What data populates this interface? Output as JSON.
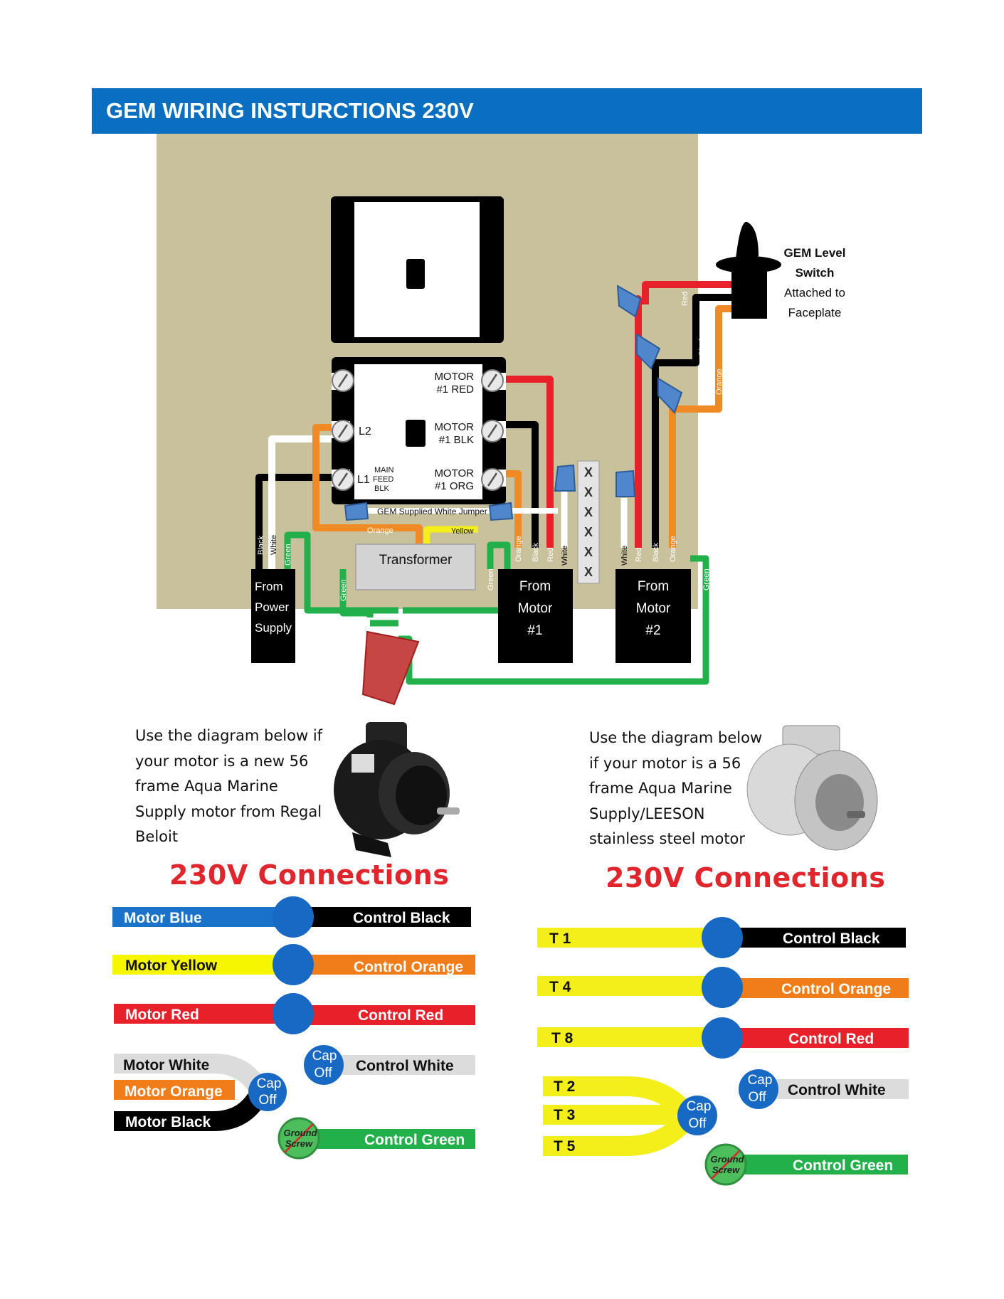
{
  "header": {
    "title": "GEM WIRING INSTURCTIONS 230V"
  },
  "board": {
    "contactor": {
      "terminals": {
        "motor1_red": [
          "MOTOR",
          "#1 RED"
        ],
        "motor1_blk": [
          "MOTOR",
          "#1 BLK"
        ],
        "motor1_org": [
          "MOTOR",
          "#1 ORG"
        ],
        "l2": "L2",
        "l1": "L1",
        "main_feed": [
          "MAIN",
          "FEED",
          "BLK"
        ]
      }
    },
    "jumper_label": "GEM Supplied  White Jumper",
    "transformer_label": "Transformer",
    "wire_labels": {
      "black": "Black",
      "white": "White",
      "green": "Green",
      "orange": "Orange",
      "yellow": "Yellow",
      "red": "Red"
    },
    "terminal_x": "X",
    "power_supply": [
      "From",
      "Power",
      "Supply"
    ],
    "motor1_box": [
      "From",
      "Motor",
      "#1"
    ],
    "motor2_box": [
      "From",
      "Motor",
      "#2"
    ],
    "level_switch": [
      "GEM Level",
      "Switch",
      "Attached to",
      "Faceplate"
    ]
  },
  "left_section": {
    "intro": [
      "Use the diagram below if",
      "your motor is a new 56",
      "frame Aqua Marine",
      "Supply motor from Regal",
      "Beloit"
    ],
    "title": "230V Connections",
    "rows": [
      {
        "left": "Motor Blue",
        "right": "Control Black",
        "left_color": "#1a73c8",
        "right_color": "#000000"
      },
      {
        "left": "Motor Yellow",
        "right": "Control Orange",
        "left_color": "#f6f600",
        "right_color": "#f07d1a"
      },
      {
        "left": "Motor Red",
        "right": "Control Red",
        "left_color": "#e8202a",
        "right_color": "#e8202a"
      }
    ],
    "grouped": [
      "Motor White",
      "Motor Orange",
      "Motor Black"
    ],
    "cap_off": [
      "Cap",
      "Off"
    ],
    "control_white": "Control White",
    "ground": [
      "Ground",
      "Screw"
    ],
    "control_green": "Control Green"
  },
  "right_section": {
    "intro": [
      "Use the diagram below",
      "if your motor is a 56",
      "frame Aqua Marine",
      "Supply/LEESON",
      "stainless steel motor"
    ],
    "title": "230V Connections",
    "rows": [
      {
        "left": "T 1",
        "right": "Control Black",
        "right_color": "#000000"
      },
      {
        "left": "T 4",
        "right": "Control Orange",
        "right_color": "#f07d1a"
      },
      {
        "left": "T 8",
        "right": "Control Red",
        "right_color": "#e8202a"
      }
    ],
    "grouped": [
      "T 2",
      "T 3",
      "T 5"
    ],
    "cap_off": [
      "Cap",
      "Off"
    ],
    "control_white": "Control White",
    "ground": [
      "Ground",
      "Screw"
    ],
    "control_green": "Control Green"
  },
  "colors": {
    "banner": "#0b6fc1",
    "board": "#c8c19c",
    "red": "#e8202a",
    "orange": "#f08a24",
    "yellow": "#f4ee1a",
    "green": "#22b04b",
    "blue_cap": "#1769c4",
    "connector": "#4f86cc"
  }
}
